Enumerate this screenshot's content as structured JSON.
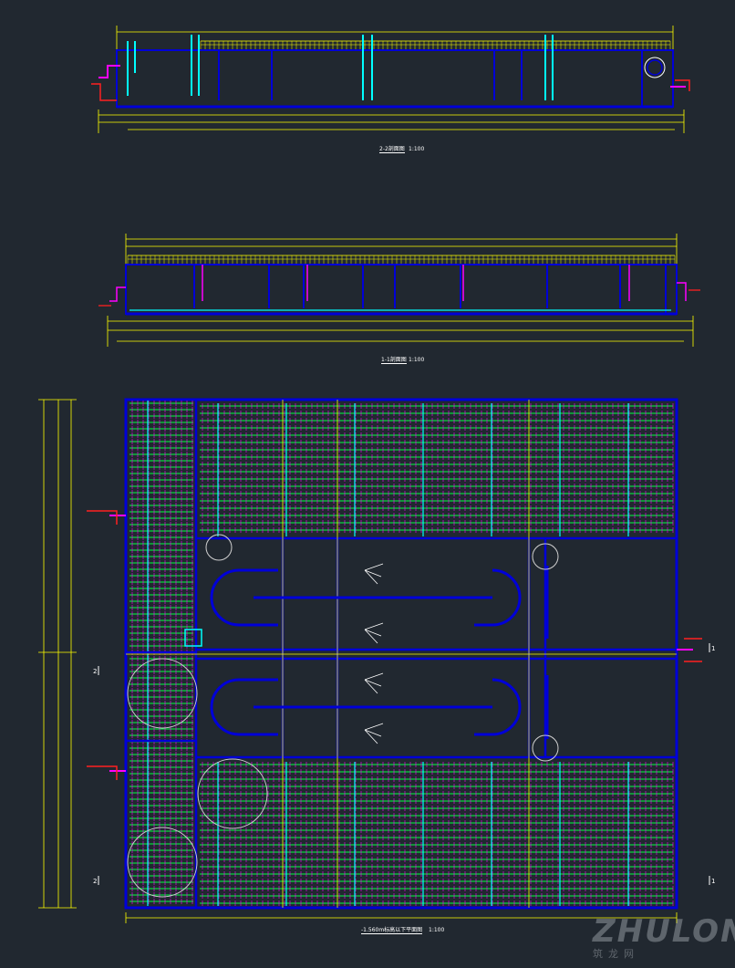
{
  "drawing": {
    "background": "#212830",
    "colors": {
      "wall": "#0000d8",
      "dimension": "#ffff00",
      "pipe_green": "#00ff40",
      "pipe_cyan": "#00ffff",
      "pipe_magenta": "#ff00ff",
      "red": "#ff2020",
      "text": "#ffffff"
    },
    "section_top": {
      "title": "2-2剖面图",
      "scale": "1:100"
    },
    "section_mid": {
      "title": "1-1剖面图",
      "scale": "1:100"
    },
    "plan": {
      "title": "-1.560m标高以下平面图",
      "scale": "1:100",
      "section_markers": [
        "1",
        "1",
        "2",
        "2"
      ]
    },
    "watermark": {
      "logo": "ZHULONG",
      "text": "筑龙网"
    }
  }
}
